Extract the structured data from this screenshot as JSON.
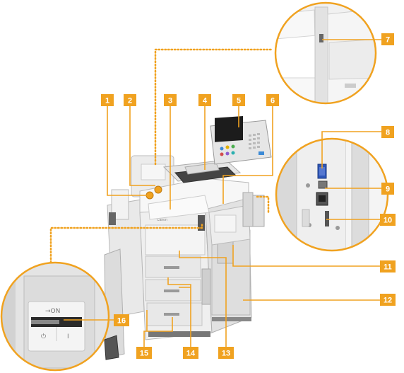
{
  "diagram": {
    "accent_color": "#f0a220",
    "callouts": [
      {
        "id": 1,
        "label": "1"
      },
      {
        "id": 2,
        "label": "2"
      },
      {
        "id": 3,
        "label": "3"
      },
      {
        "id": 4,
        "label": "4"
      },
      {
        "id": 5,
        "label": "5"
      },
      {
        "id": 6,
        "label": "6"
      },
      {
        "id": 7,
        "label": "7"
      },
      {
        "id": 8,
        "label": "8"
      },
      {
        "id": 9,
        "label": "9"
      },
      {
        "id": 10,
        "label": "10"
      },
      {
        "id": 11,
        "label": "11"
      },
      {
        "id": 12,
        "label": "12"
      },
      {
        "id": 13,
        "label": "13"
      },
      {
        "id": 14,
        "label": "14"
      },
      {
        "id": 15,
        "label": "15"
      },
      {
        "id": 16,
        "label": "16"
      }
    ],
    "brand_label": "Canon",
    "power_switch": {
      "arrow_label": "→ON",
      "off_symbol": "⏻",
      "on_symbol": "I"
    }
  }
}
